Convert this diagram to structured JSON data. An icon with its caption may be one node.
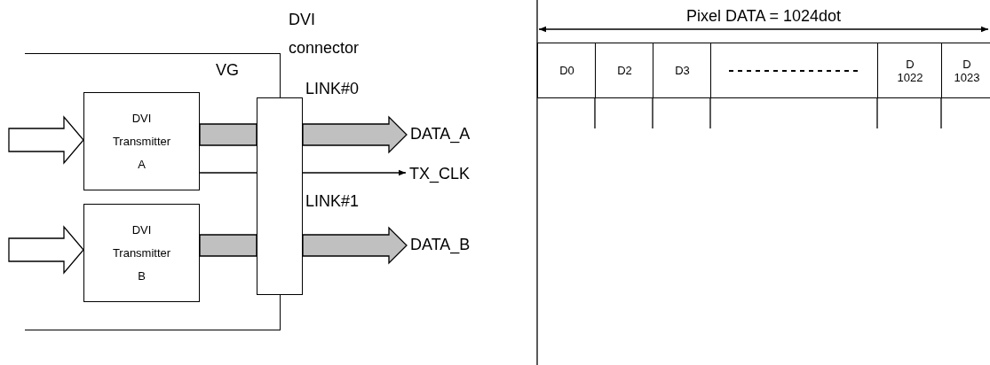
{
  "diagram": {
    "nodes": [
      {
        "text": [
          "VG"
        ]
      },
      {
        "text": [
          "DVI Transmitter A"
        ],
        "in": 0
      },
      {
        "text": [
          "DVI Transmitter B"
        ],
        "in": 0
      },
      {
        "text": [
          "DVI connector"
        ]
      },
      {
        "text": [
          "DATA_A"
        ]
      },
      {
        "text": [
          "TX_CLK"
        ]
      },
      {
        "text": [
          "DATA_B"
        ]
      }
    ],
    "edges": [
      {
        "from": null,
        "to": 1,
        "arrow": "to",
        "style": "thick"
      },
      {
        "from": null,
        "to": 2,
        "arrow": "to",
        "style": "thick"
      },
      {
        "from": 1,
        "to": 3,
        "arrow": "none",
        "style": "thick",
        "color": "#c0c0c0"
      },
      {
        "from": 1,
        "to": 3,
        "arrow": "none"
      },
      {
        "from": 2,
        "to": 3,
        "arrow": "none",
        "style": "thick",
        "color": "#c0c0c0"
      },
      {
        "from": 3,
        "to": 4,
        "arrow": "to",
        "style": "thick",
        "color": "#c0c0c0",
        "label": "LINK#0"
      },
      {
        "from": 3,
        "to": 5,
        "arrow": "to"
      },
      {
        "from": 3,
        "to": 6,
        "arrow": "to",
        "style": "thick",
        "color": "#c0c0c0",
        "label": "LINK#1"
      }
    ],
    "labels": [
      "Pixel DATA = 1024dot",
      "D0",
      "D2",
      "D3",
      "D 1022",
      "D 1023"
    ]
  }
}
